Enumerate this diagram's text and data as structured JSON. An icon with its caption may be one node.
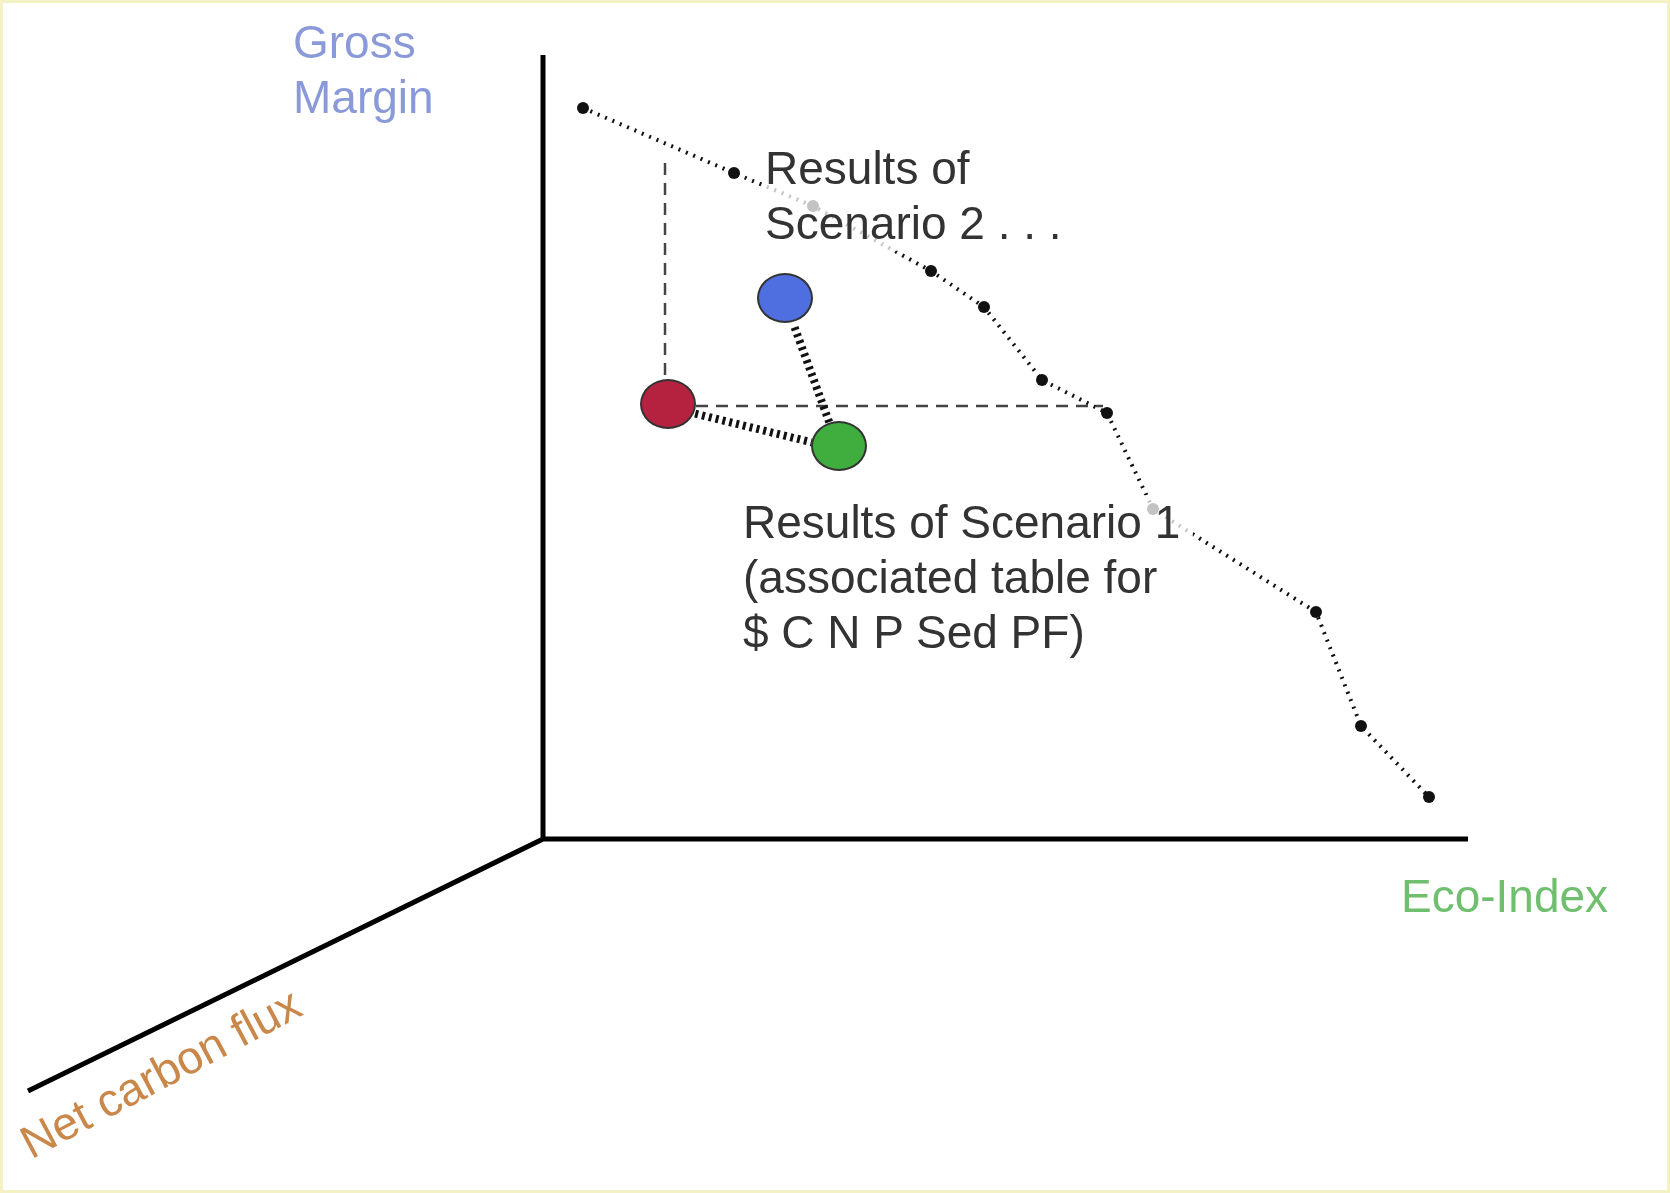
{
  "diagram": {
    "nodes": [
      {
        "text": [],
        "shape": "circle"
      },
      {
        "text": [],
        "shape": "circle"
      },
      {
        "text": [],
        "shape": "circle"
      }
    ],
    "edges": [
      {
        "from": 0,
        "to": 2,
        "arrow": "none",
        "style": "dashed"
      },
      {
        "from": 1,
        "to": 2,
        "arrow": "none",
        "style": "dashed"
      }
    ],
    "labels": [
      "Gross Margin",
      "Results of Scenario 2 . . .",
      "Results of Scenario 1 (associated table for $ C N P Sed PF)",
      "Eco-Index",
      "Net carbon flux"
    ]
  }
}
